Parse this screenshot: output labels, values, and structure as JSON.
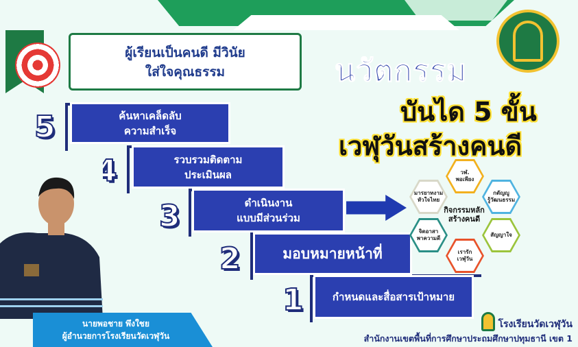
{
  "goal": {
    "line1": "ผู้เรียนเป็นคนดี มีวินัย",
    "line2": "ใส่ใจคุณธรรม"
  },
  "title": {
    "line1": "นวัตกรรม",
    "line2": "บันได 5 ขั้น",
    "line3": "เวฬุวันสร้างคนดี"
  },
  "steps": [
    {
      "number": "1",
      "line1": "กำหนดและสื่อสารเป้าหมาย",
      "line2": ""
    },
    {
      "number": "2",
      "line1": "มอบหมายหน้าที่",
      "line2": ""
    },
    {
      "number": "3",
      "line1": "ดำเนินงาน",
      "line2": "แบบมีส่วนร่วม"
    },
    {
      "number": "4",
      "line1": "รวบรวมติดตาม",
      "line2": "ประเมินผล"
    },
    {
      "number": "5",
      "line1": "ค้นหาเคล็ดลับ",
      "line2": "ความสำเร็จ"
    }
  ],
  "activities": {
    "center": {
      "line1": "กิจกรรมหลัก",
      "line2": "สร้างคนดี"
    },
    "items": [
      {
        "line1": "วฬ.",
        "line2": "พอเพียง",
        "color": "#f2b01e"
      },
      {
        "line1": "กตัญญู",
        "line2": "รู้วัฒนธรรม",
        "color": "#4fb3e0"
      },
      {
        "line1": "สัญญาใจ",
        "line2": "",
        "color": "#9bc43c"
      },
      {
        "line1": "เรารัก",
        "line2": "เวฬุวัน",
        "color": "#e8532b"
      },
      {
        "line1": "จิตอาสา",
        "line2": "พาความดี",
        "color": "#2a8f86"
      },
      {
        "line1": "มารยาทงาม",
        "line2": "หัวใจไทย",
        "color": "#d8d8c8"
      }
    ]
  },
  "person": {
    "name": "นายพอชาย  พึงใชย",
    "position": "ผู้อำนวยการโรงเรียนวัดเวฬุวัน"
  },
  "footer": {
    "school": "โรงเรียนวัดเวฬุวัน",
    "office": "สำนักงานเขตพื้นที่การศึกษาประถมศึกษาปทุมธานี เขต 1"
  },
  "colors": {
    "step": "#2b3fb0",
    "green": "#1e7a44",
    "title": "#2a3fa8"
  }
}
